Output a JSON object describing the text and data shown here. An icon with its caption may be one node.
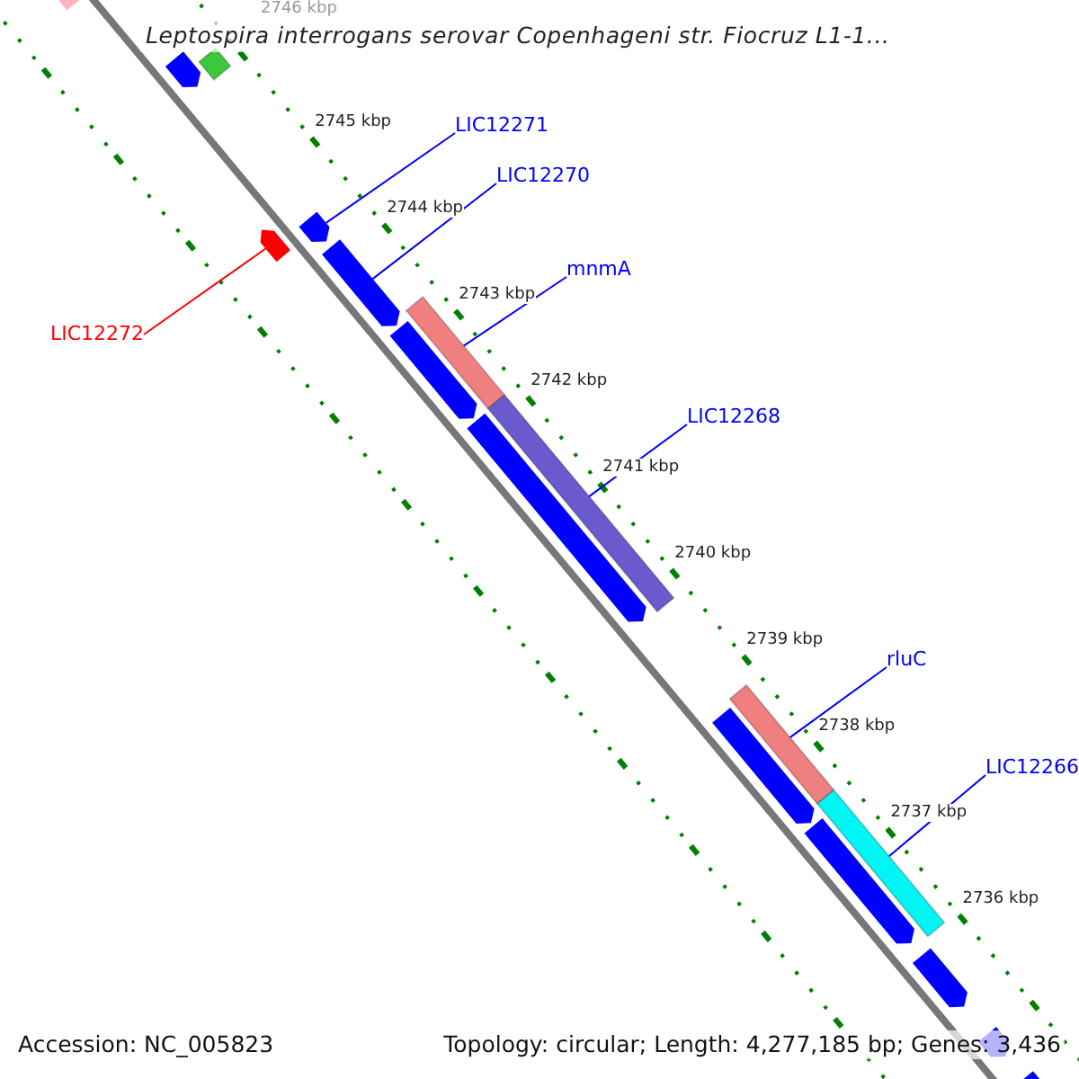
{
  "diagram": {
    "title": "Leptospira interrogans serovar Copenhageni str. Fiocruz L1-1...",
    "nodes": [
      {
        "text": [
          "LIC12271"
        ]
      },
      {
        "text": [
          "LIC12270"
        ]
      },
      {
        "text": [
          "mnmA"
        ]
      },
      {
        "text": [
          "LIC12272"
        ]
      },
      {
        "text": [
          "LIC12268"
        ]
      },
      {
        "text": [
          "rluC"
        ]
      },
      {
        "text": [
          "LIC12266"
        ]
      },
      {
        "text": [],
        "shape": "arrow"
      },
      {
        "text": [],
        "shape": "arrow"
      },
      {
        "text": [],
        "shape": "bar"
      },
      {
        "text": [],
        "shape": "arrow"
      },
      {
        "text": [],
        "shape": "arrow"
      },
      {
        "text": [],
        "shape": "arrow"
      },
      {
        "text": [],
        "shape": "bar"
      },
      {
        "text": [],
        "shape": "arrow"
      },
      {
        "text": [],
        "shape": "bar"
      },
      {
        "text": [],
        "shape": "arrow"
      },
      {
        "text": [],
        "shape": "bar"
      },
      {
        "text": [],
        "shape": "arrow"
      },
      {
        "text": [],
        "shape": "bar"
      },
      {
        "text": [],
        "shape": "arrow"
      },
      {
        "text": [],
        "shape": "arrow"
      },
      {
        "text": [],
        "shape": "arrow"
      },
      {
        "text": [],
        "shape": "arrow"
      }
    ],
    "edges": [
      {
        "from": 0,
        "to": 11,
        "arrow": "none"
      },
      {
        "from": 1,
        "to": 12,
        "arrow": "none"
      },
      {
        "from": 2,
        "to": 13,
        "arrow": "none"
      },
      {
        "from": 3,
        "to": 10,
        "arrow": "none",
        "color": "#ff0000"
      },
      {
        "from": 4,
        "to": 15,
        "arrow": "none"
      },
      {
        "from": 5,
        "to": 17,
        "arrow": "none"
      },
      {
        "from": 6,
        "to": 19,
        "arrow": "none"
      }
    ],
    "labels": [
      "2746 kbp",
      "2745 kbp",
      "2744 kbp",
      "2743 kbp",
      "2742 kbp",
      "2741 kbp",
      "2740 kbp",
      "2739 kbp",
      "2738 kbp",
      "2737 kbp",
      "2736 kbp",
      "Accession: NC_005823",
      "Topology: circular; Length: 4,277,185 bp; Genes: 3,436"
    ]
  }
}
